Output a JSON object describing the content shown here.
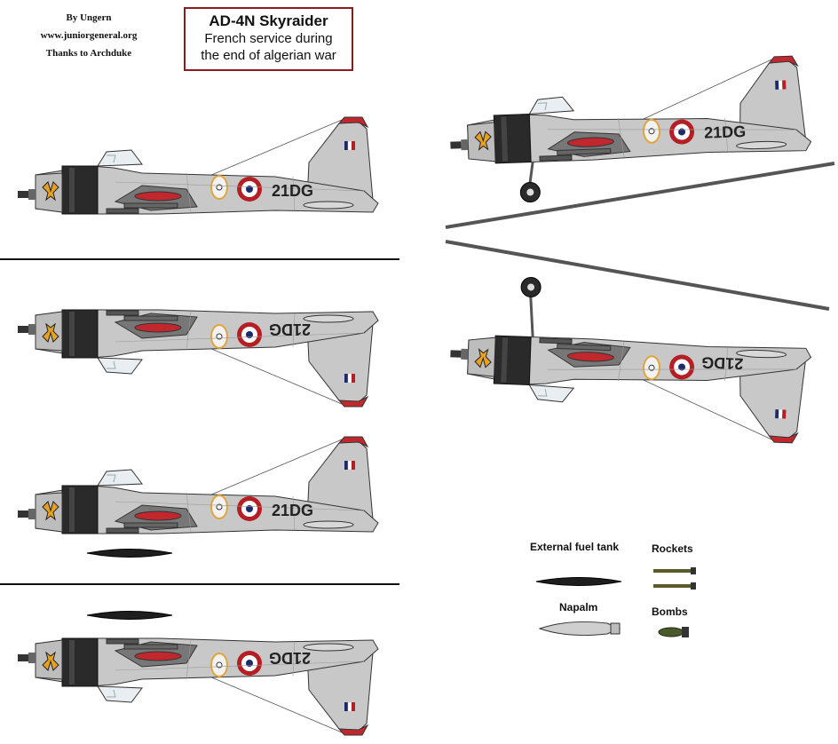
{
  "credits": {
    "author": "By Ungern",
    "site": "www.juniorgeneral.org",
    "thanks": "Thanks to Archduke"
  },
  "title": {
    "name": "AD-4N Skyraider",
    "line1": "French service during",
    "line2": "the end of algerian war"
  },
  "aircraft": {
    "registration": "21DG",
    "body_color": "#c8c8c8",
    "roundel_colors": [
      "#1b2a6b",
      "#ffffff",
      "#b51f24"
    ],
    "tail_tip_color": "#c0282d"
  },
  "legend": {
    "fuel_tank": "External fuel tank",
    "rockets": "Rockets",
    "napalm": "Napalm",
    "bombs": "Bombs"
  }
}
